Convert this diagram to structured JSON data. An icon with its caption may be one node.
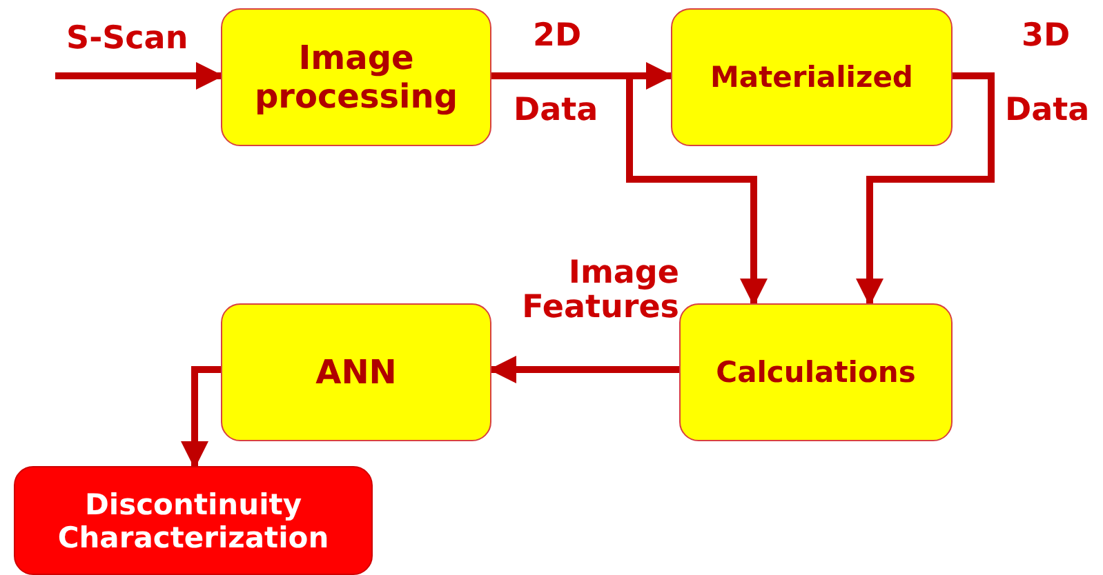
{
  "diagram": {
    "nodes": [
      {
        "text": [
          "Image processing"
        ]
      },
      {
        "text": [
          "Materialized"
        ]
      },
      {
        "text": [
          "Calculations"
        ]
      },
      {
        "text": [
          "ANN"
        ]
      },
      {
        "text": [
          "Discontinuity Characterization"
        ]
      }
    ],
    "edges": [
      {
        "from": null,
        "to": 0,
        "arrow": "to",
        "label": "S-Scan"
      },
      {
        "from": 0,
        "to": 1,
        "arrow": "to"
      },
      {
        "from": 0,
        "to": 2,
        "arrow": "to"
      },
      {
        "from": 1,
        "to": 2,
        "arrow": "to"
      },
      {
        "from": 2,
        "to": 3,
        "arrow": "to",
        "label": "Image Features"
      },
      {
        "from": 3,
        "to": 4,
        "arrow": "to"
      }
    ],
    "labels": [
      "2D",
      "3D",
      "Data",
      "Data"
    ]
  }
}
